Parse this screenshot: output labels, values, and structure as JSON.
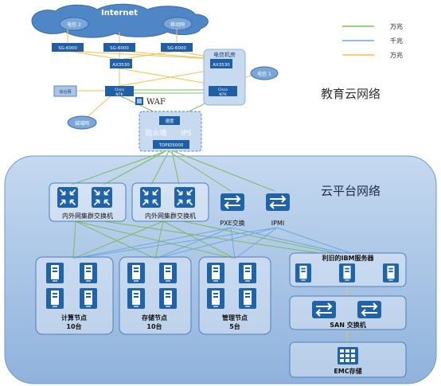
{
  "top": {
    "internet": "Internet",
    "cloud_isp2": "电信 2",
    "cloud_isp3": "移动网",
    "cloud_isp1": "电信 1",
    "cloud_campus": "城域网",
    "sg_left": "SG-6000",
    "sg_mid": "SG-6000",
    "sg_right": "SG-6000",
    "ax_left": "AX3530",
    "ax_right": "AX3530",
    "core_left_brand": "CIsco",
    "core_left_model": "N7K",
    "core_right_brand": "CIsco",
    "core_right_model": "N7K",
    "server_room": "电信机房",
    "internal": "综合网",
    "waf": "WAF",
    "fw_top": "速度",
    "fw_name": "防火墙",
    "ips": "IPS",
    "fw_bottom": "TOPID5000"
  },
  "legend": {
    "items": [
      {
        "label": "万兆",
        "color": "#7dbb5f"
      },
      {
        "label": "千兆",
        "color": "#6fa8dc"
      },
      {
        "label": "万兆",
        "color": "#f0c24b"
      }
    ]
  },
  "section_edu": "教育云网络",
  "section_cloud": "云平台网络",
  "switch_pair_left": "内外网集群交换机",
  "switch_pair_right": "内外网集群交换机",
  "pxe": "PXE交换",
  "ipmi": "IPMI",
  "group_compute": {
    "line1": "计算节点",
    "line2": "10台"
  },
  "group_storage": {
    "line1": "存储节点",
    "line2": "10台"
  },
  "group_mgmt": {
    "line1": "管理节点",
    "line2": "5台"
  },
  "ibm": "利旧的IBM服务器",
  "san": "SAN 交换机",
  "emc": "EMC存储"
}
